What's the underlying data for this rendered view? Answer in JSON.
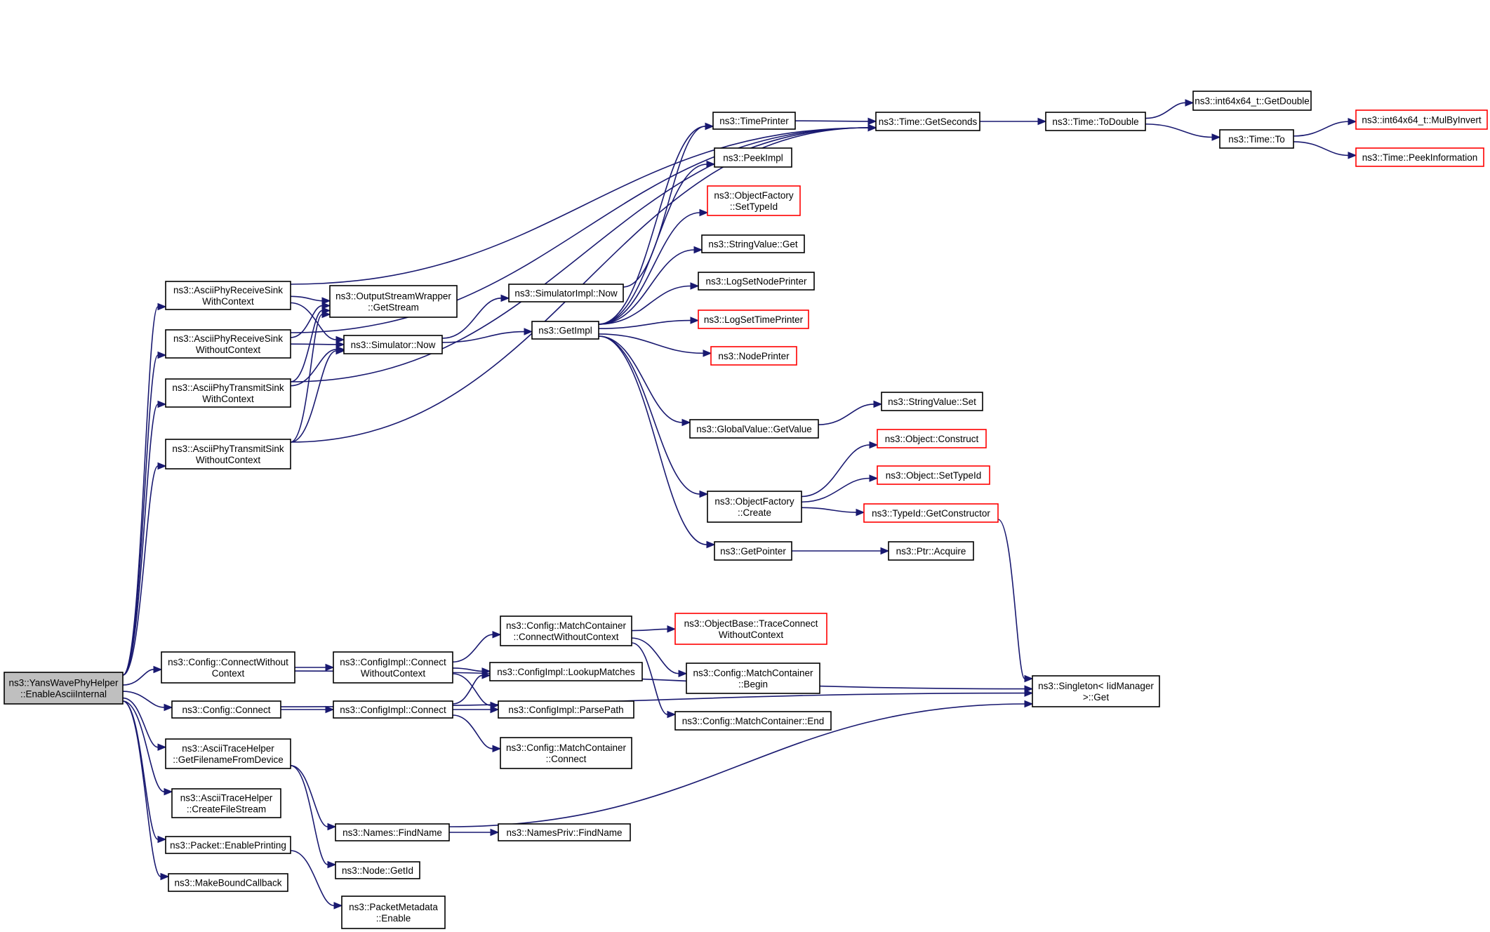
{
  "nodes": [
    {
      "id": "root",
      "lines": [
        "ns3::YansWavePhyHelper",
        "::EnableAsciiInternal"
      ],
      "style": "root"
    },
    {
      "id": "recvWith",
      "lines": [
        "ns3::AsciiPhyReceiveSink",
        "WithContext"
      ]
    },
    {
      "id": "recvWithout",
      "lines": [
        "ns3::AsciiPhyReceiveSink",
        "WithoutContext"
      ]
    },
    {
      "id": "txWith",
      "lines": [
        "ns3::AsciiPhyTransmitSink",
        "WithContext"
      ]
    },
    {
      "id": "txWithout",
      "lines": [
        "ns3::AsciiPhyTransmitSink",
        "WithoutContext"
      ]
    },
    {
      "id": "cfgConnWithout",
      "lines": [
        "ns3::Config::ConnectWithout",
        "Context"
      ]
    },
    {
      "id": "cfgConnect",
      "lines": [
        "ns3::Config::Connect"
      ]
    },
    {
      "id": "getFilename",
      "lines": [
        "ns3::AsciiTraceHelper",
        "::GetFilenameFromDevice"
      ]
    },
    {
      "id": "createFile",
      "lines": [
        "ns3::AsciiTraceHelper",
        "::CreateFileStream"
      ]
    },
    {
      "id": "enablePrinting",
      "lines": [
        "ns3::Packet::EnablePrinting"
      ]
    },
    {
      "id": "makeBound",
      "lines": [
        "ns3::MakeBoundCallback"
      ]
    },
    {
      "id": "getStream",
      "lines": [
        "ns3::OutputStreamWrapper",
        "::GetStream"
      ]
    },
    {
      "id": "simNow",
      "lines": [
        "ns3::Simulator::Now"
      ]
    },
    {
      "id": "implConnWithout",
      "lines": [
        "ns3::ConfigImpl::Connect",
        "WithoutContext"
      ]
    },
    {
      "id": "implConnect",
      "lines": [
        "ns3::ConfigImpl::Connect"
      ]
    },
    {
      "id": "findName",
      "lines": [
        "ns3::Names::FindName"
      ]
    },
    {
      "id": "nodeGetId",
      "lines": [
        "ns3::Node::GetId"
      ]
    },
    {
      "id": "metaEnable",
      "lines": [
        "ns3::PacketMetadata",
        "::Enable"
      ]
    },
    {
      "id": "simImplNow",
      "lines": [
        "ns3::SimulatorImpl::Now"
      ]
    },
    {
      "id": "getImpl",
      "lines": [
        "ns3::GetImpl"
      ]
    },
    {
      "id": "mcConnWithout",
      "lines": [
        "ns3::Config::MatchContainer",
        "::ConnectWithoutContext"
      ]
    },
    {
      "id": "lookup",
      "lines": [
        "ns3::ConfigImpl::LookupMatches"
      ]
    },
    {
      "id": "parsePath",
      "lines": [
        "ns3::ConfigImpl::ParsePath"
      ]
    },
    {
      "id": "mcConnect",
      "lines": [
        "ns3::Config::MatchContainer",
        "::Connect"
      ]
    },
    {
      "id": "privFind",
      "lines": [
        "ns3::NamesPriv::FindName"
      ]
    },
    {
      "id": "timePrinter",
      "lines": [
        "ns3::TimePrinter"
      ]
    },
    {
      "id": "peekImpl",
      "lines": [
        "ns3::PeekImpl"
      ]
    },
    {
      "id": "ofSetTypeId",
      "lines": [
        "ns3::ObjectFactory",
        "::SetTypeId"
      ],
      "style": "truncated"
    },
    {
      "id": "svGet",
      "lines": [
        "ns3::StringValue::Get"
      ]
    },
    {
      "id": "logNode",
      "lines": [
        "ns3::LogSetNodePrinter"
      ]
    },
    {
      "id": "logTime",
      "lines": [
        "ns3::LogSetTimePrinter"
      ],
      "style": "truncated"
    },
    {
      "id": "nodePrinter",
      "lines": [
        "ns3::NodePrinter"
      ],
      "style": "truncated"
    },
    {
      "id": "gvGet",
      "lines": [
        "ns3::GlobalValue::GetValue"
      ]
    },
    {
      "id": "ofCreate",
      "lines": [
        "ns3::ObjectFactory",
        "::Create"
      ]
    },
    {
      "id": "getPointer",
      "lines": [
        "ns3::GetPointer"
      ]
    },
    {
      "id": "obTrace",
      "lines": [
        "ns3::ObjectBase::TraceConnect",
        "WithoutContext"
      ],
      "style": "truncated"
    },
    {
      "id": "mcBegin",
      "lines": [
        "ns3::Config::MatchContainer",
        "::Begin"
      ]
    },
    {
      "id": "mcEnd",
      "lines": [
        "ns3::Config::MatchContainer::End"
      ]
    },
    {
      "id": "getSeconds",
      "lines": [
        "ns3::Time::GetSeconds"
      ]
    },
    {
      "id": "svSet",
      "lines": [
        "ns3::StringValue::Set"
      ]
    },
    {
      "id": "objConstruct",
      "lines": [
        "ns3::Object::Construct"
      ],
      "style": "truncated"
    },
    {
      "id": "objSetTypeId",
      "lines": [
        "ns3::Object::SetTypeId"
      ],
      "style": "truncated"
    },
    {
      "id": "tidGetCtor",
      "lines": [
        "ns3::TypeId::GetConstructor"
      ],
      "style": "truncated"
    },
    {
      "id": "ptrAcquire",
      "lines": [
        "ns3::Ptr::Acquire"
      ]
    },
    {
      "id": "toDouble",
      "lines": [
        "ns3::Time::ToDouble"
      ]
    },
    {
      "id": "singleton",
      "lines": [
        "ns3::Singleton< IidManager",
        ">::Get"
      ]
    },
    {
      "id": "i64GetDouble",
      "lines": [
        "ns3::int64x64_t::GetDouble"
      ]
    },
    {
      "id": "timeTo",
      "lines": [
        "ns3::Time::To"
      ]
    },
    {
      "id": "mulByInvert",
      "lines": [
        "ns3::int64x64_t::MulByInvert"
      ],
      "style": "truncated"
    },
    {
      "id": "peekInfo",
      "lines": [
        "ns3::Time::PeekInformation"
      ],
      "style": "truncated"
    }
  ],
  "edges": [
    [
      "root",
      "recvWith"
    ],
    [
      "root",
      "recvWithout"
    ],
    [
      "root",
      "txWith"
    ],
    [
      "root",
      "txWithout"
    ],
    [
      "root",
      "cfgConnWithout"
    ],
    [
      "root",
      "cfgConnect"
    ],
    [
      "root",
      "getFilename"
    ],
    [
      "root",
      "createFile"
    ],
    [
      "root",
      "enablePrinting"
    ],
    [
      "root",
      "makeBound"
    ],
    [
      "recvWith",
      "getStream"
    ],
    [
      "recvWith",
      "simNow"
    ],
    [
      "recvWith",
      "getSeconds"
    ],
    [
      "recvWithout",
      "getStream"
    ],
    [
      "recvWithout",
      "simNow"
    ],
    [
      "recvWithout",
      "getSeconds"
    ],
    [
      "txWith",
      "getStream"
    ],
    [
      "txWith",
      "simNow"
    ],
    [
      "txWith",
      "getSeconds"
    ],
    [
      "txWithout",
      "getStream"
    ],
    [
      "txWithout",
      "simNow"
    ],
    [
      "txWithout",
      "getSeconds"
    ],
    [
      "simNow",
      "simImplNow"
    ],
    [
      "simNow",
      "getImpl"
    ],
    [
      "simImplNow",
      "timePrinter"
    ],
    [
      "getImpl",
      "timePrinter"
    ],
    [
      "getImpl",
      "peekImpl"
    ],
    [
      "getImpl",
      "ofSetTypeId"
    ],
    [
      "getImpl",
      "svGet"
    ],
    [
      "getImpl",
      "logNode"
    ],
    [
      "getImpl",
      "logTime"
    ],
    [
      "getImpl",
      "nodePrinter"
    ],
    [
      "getImpl",
      "gvGet"
    ],
    [
      "getImpl",
      "ofCreate"
    ],
    [
      "getImpl",
      "getPointer"
    ],
    [
      "timePrinter",
      "getSeconds"
    ],
    [
      "getSeconds",
      "toDouble"
    ],
    [
      "toDouble",
      "i64GetDouble"
    ],
    [
      "toDouble",
      "timeTo"
    ],
    [
      "timeTo",
      "mulByInvert"
    ],
    [
      "timeTo",
      "peekInfo"
    ],
    [
      "gvGet",
      "svSet"
    ],
    [
      "ofCreate",
      "objConstruct"
    ],
    [
      "ofCreate",
      "objSetTypeId"
    ],
    [
      "ofCreate",
      "tidGetCtor"
    ],
    [
      "tidGetCtor",
      "singleton"
    ],
    [
      "getPointer",
      "ptrAcquire"
    ],
    [
      "cfgConnWithout",
      "implConnWithout"
    ],
    [
      "cfgConnWithout",
      "singleton"
    ],
    [
      "implConnWithout",
      "mcConnWithout"
    ],
    [
      "implConnWithout",
      "lookup"
    ],
    [
      "implConnWithout",
      "parsePath"
    ],
    [
      "mcConnWithout",
      "obTrace"
    ],
    [
      "mcConnWithout",
      "mcBegin"
    ],
    [
      "mcConnWithout",
      "mcEnd"
    ],
    [
      "cfgConnect",
      "implConnect"
    ],
    [
      "cfgConnect",
      "singleton"
    ],
    [
      "implConnect",
      "lookup"
    ],
    [
      "implConnect",
      "parsePath"
    ],
    [
      "implConnect",
      "mcConnect"
    ],
    [
      "getFilename",
      "findName"
    ],
    [
      "getFilename",
      "nodeGetId"
    ],
    [
      "findName",
      "privFind"
    ],
    [
      "findName",
      "singleton"
    ],
    [
      "enablePrinting",
      "metaEnable"
    ]
  ],
  "colors": {
    "edge": "#191970",
    "root_fill": "#bfbfbf",
    "truncated_border": "#ff0000"
  }
}
